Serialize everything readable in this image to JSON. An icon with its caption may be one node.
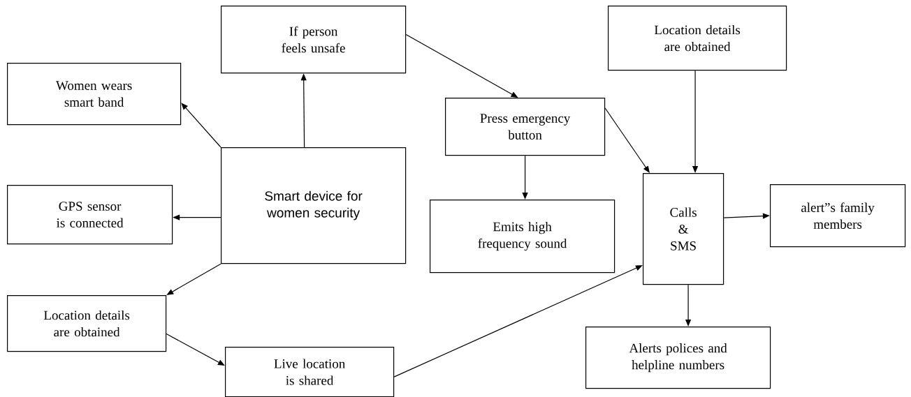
{
  "diagram": {
    "nodes": [
      {
        "text": [
          "Smart device for women security"
        ]
      },
      {
        "text": [
          "Women wears smart band"
        ]
      },
      {
        "text": [
          "If person feels unsafe"
        ]
      },
      {
        "text": [
          "GPS sensor is connected"
        ]
      },
      {
        "text": [
          "Location details are obtained"
        ]
      },
      {
        "text": [
          "Live location is shared"
        ]
      },
      {
        "text": [
          "Press emergency button"
        ]
      },
      {
        "text": [
          "Emits high frequency sound"
        ]
      },
      {
        "text": [
          "Location details are obtained"
        ]
      },
      {
        "text": [
          "Calls & SMS"
        ]
      },
      {
        "text": [
          "alert”s family members"
        ]
      },
      {
        "text": [
          "Alerts polices and helpline numbers"
        ]
      }
    ],
    "edges": [
      {
        "from": 0,
        "to": 1,
        "arrow": "to"
      },
      {
        "from": 0,
        "to": 2,
        "arrow": "to"
      },
      {
        "from": 0,
        "to": 3,
        "arrow": "to"
      },
      {
        "from": 0,
        "to": 4,
        "arrow": "to"
      },
      {
        "from": 4,
        "to": 5,
        "arrow": "to"
      },
      {
        "from": 2,
        "to": 6,
        "arrow": "to"
      },
      {
        "from": 6,
        "to": 9,
        "arrow": "to"
      },
      {
        "from": 6,
        "to": 7,
        "arrow": "to"
      },
      {
        "from": 8,
        "to": 9,
        "arrow": "to"
      },
      {
        "from": 5,
        "to": 9,
        "arrow": "to"
      },
      {
        "from": 9,
        "to": 10,
        "arrow": "to"
      },
      {
        "from": 9,
        "to": 11,
        "arrow": "to"
      }
    ]
  }
}
